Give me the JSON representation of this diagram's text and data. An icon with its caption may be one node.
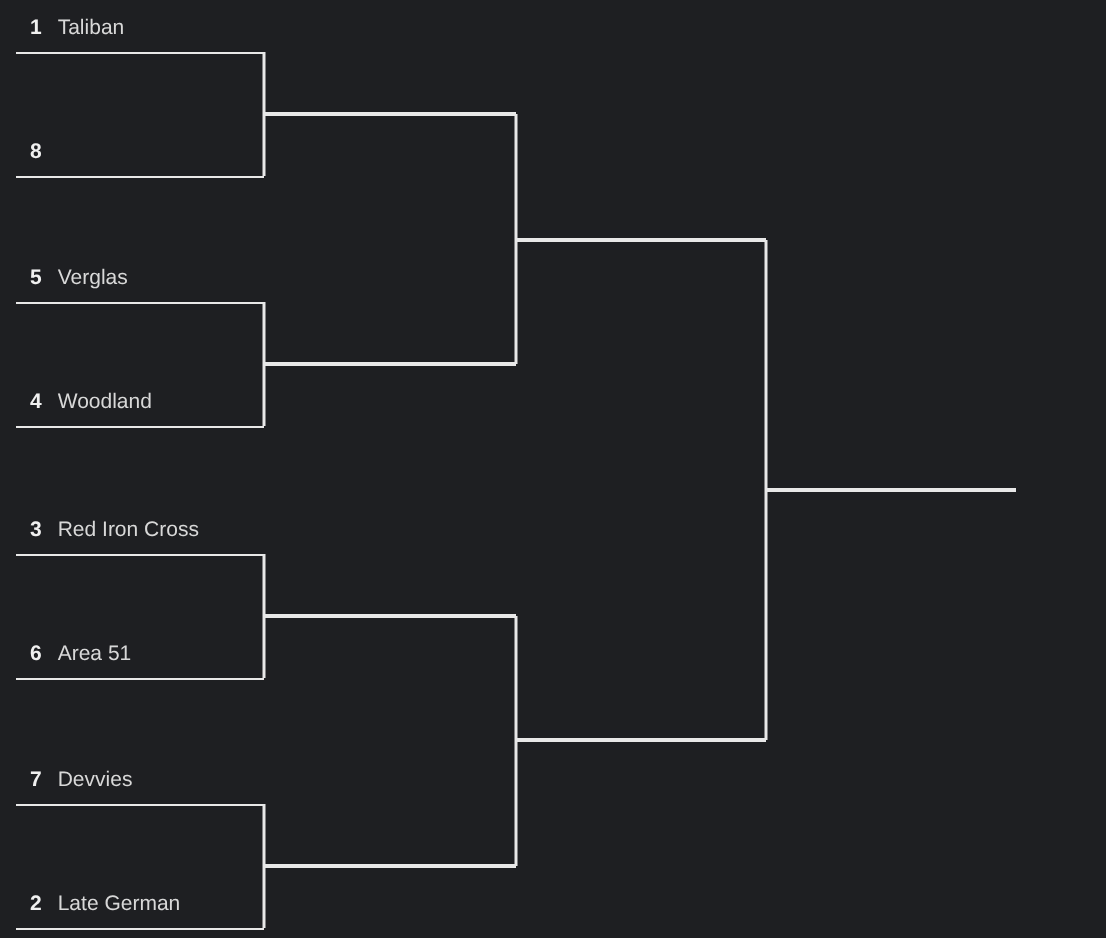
{
  "diagram": {
    "nodes": [
      {
        "text": [
          "1",
          "Taliban"
        ]
      },
      {
        "text": [
          "8"
        ]
      },
      {
        "text": [
          "5",
          "Verglas"
        ]
      },
      {
        "text": [
          "4",
          "Woodland"
        ]
      },
      {
        "text": [
          "3",
          "Red Iron Cross"
        ]
      },
      {
        "text": [
          "6",
          "Area 51"
        ]
      },
      {
        "text": [
          "7",
          "Devvies"
        ]
      },
      {
        "text": [
          "2",
          "Late German"
        ]
      },
      {
        "text": [],
        "shape": "line"
      },
      {
        "text": [],
        "shape": "line"
      },
      {
        "text": [],
        "shape": "line"
      },
      {
        "text": [],
        "shape": "line"
      },
      {
        "text": [],
        "shape": "line"
      },
      {
        "text": [],
        "shape": "line"
      },
      {
        "text": [],
        "shape": "line"
      }
    ],
    "edges": [
      {
        "from": 0,
        "to": 8,
        "arrow": "none"
      },
      {
        "from": 1,
        "to": 8,
        "arrow": "none"
      },
      {
        "from": 2,
        "to": 9,
        "arrow": "none"
      },
      {
        "from": 3,
        "to": 9,
        "arrow": "none"
      },
      {
        "from": 4,
        "to": 10,
        "arrow": "none"
      },
      {
        "from": 5,
        "to": 10,
        "arrow": "none"
      },
      {
        "from": 6,
        "to": 11,
        "arrow": "none"
      },
      {
        "from": 7,
        "to": 11,
        "arrow": "none"
      },
      {
        "from": 8,
        "to": 12,
        "arrow": "none"
      },
      {
        "from": 9,
        "to": 12,
        "arrow": "none"
      },
      {
        "from": 10,
        "to": 13,
        "arrow": "none"
      },
      {
        "from": 11,
        "to": 13,
        "arrow": "none"
      },
      {
        "from": 12,
        "to": 14,
        "arrow": "none"
      },
      {
        "from": 13,
        "to": 14,
        "arrow": "none"
      }
    ]
  }
}
